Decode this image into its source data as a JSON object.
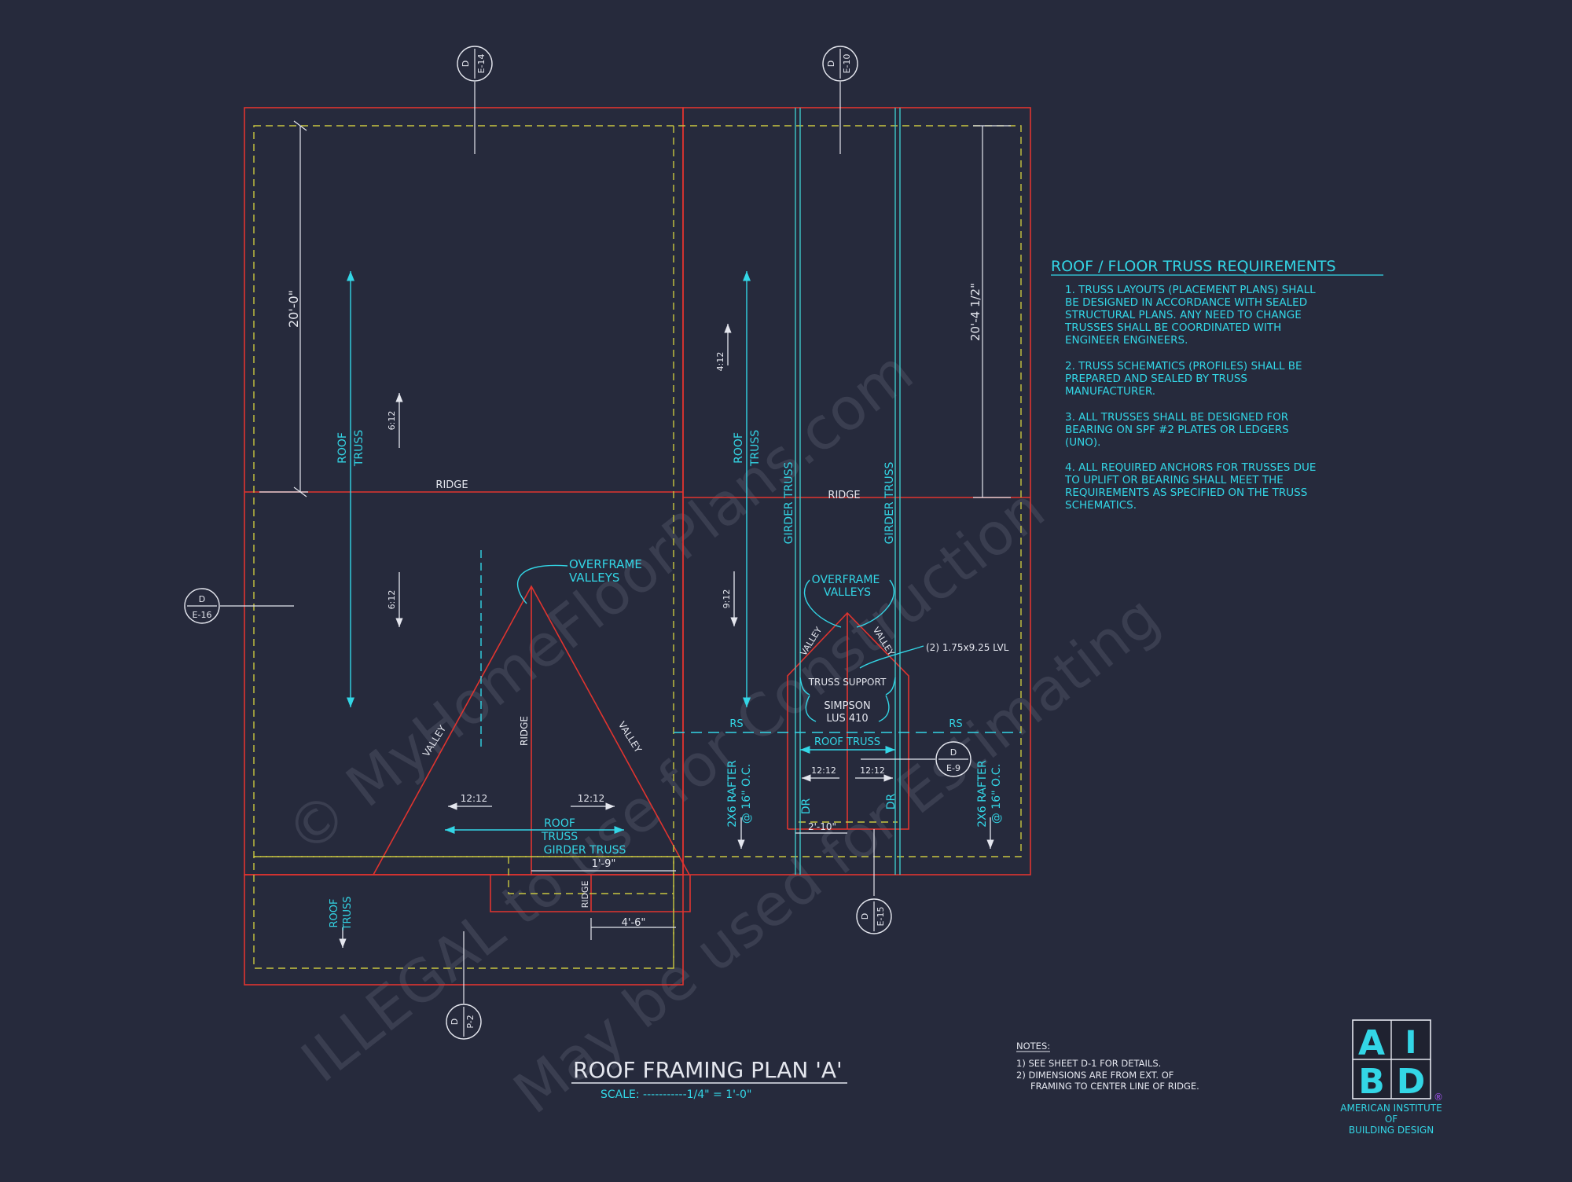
{
  "colors": {
    "background": "#262a3c",
    "wall": "#e0342f",
    "overhang": "#c8c640",
    "framing": "#33d6e6",
    "text": "#e4e6ee",
    "bearing": "#3ec7c9",
    "watermark": "#3a3e50",
    "logo_box": "#1f2230"
  },
  "title": {
    "main": "ROOF FRAMING PLAN 'A'",
    "scale": "SCALE: -----------1/4\" = 1'-0\""
  },
  "watermark": {
    "line1": "© MyHomeFloorPlans.com",
    "line2": "ILLEGAL to use for Construction",
    "line3": "May be used for Estimating"
  },
  "section_markers": [
    {
      "top": "D",
      "bottom": "E-14"
    },
    {
      "top": "D",
      "bottom": "E-10"
    },
    {
      "top": "D",
      "bottom": "E-16"
    },
    {
      "top": "D",
      "bottom": "E-9"
    },
    {
      "top": "D",
      "bottom": "E-15"
    },
    {
      "top": "D",
      "bottom": "P-2"
    }
  ],
  "left_wing": {
    "dim_height": "20'-0\"",
    "roof_truss": [
      "ROOF",
      "TRUSS"
    ],
    "pitch_upper": "6:12",
    "pitch_lower": "6:12",
    "ridge": "RIDGE"
  },
  "front_gable": {
    "overframe": [
      "OVERFRAME",
      "VALLEYS"
    ],
    "valley_left": "VALLEY",
    "valley_right": "VALLEY",
    "ridge": "RIDGE",
    "pitch_left": "12:12",
    "pitch_right": "12:12",
    "roof_truss": [
      "ROOF",
      "TRUSS"
    ],
    "girder": "GIRDER TRUSS",
    "dim_porch": "1'-9\"",
    "ridge_small": "RIDGE",
    "dim_bump": "4'-6\""
  },
  "lower_left": {
    "roof_truss": [
      "ROOF",
      "TRUSS"
    ]
  },
  "right_wing": {
    "dim_height": "20'-4 1/2\"",
    "pitch_upper": "4:12",
    "roof_truss": [
      "ROOF",
      "TRUSS"
    ],
    "pitch_lower": "9:12",
    "girder_left": "GIRDER TRUSS",
    "girder_right": "GIRDER TRUSS",
    "ridge": "RIDGE",
    "overframe": [
      "OVERFRAME",
      "VALLEYS"
    ],
    "valley_left": "VALLEY",
    "valley_right": "VALLEY",
    "lvl": "(2) 1.75x9.25 LVL",
    "truss_support": "TRUSS SUPPORT",
    "simpson": [
      "SIMPSON",
      "LUS 410"
    ],
    "rs_left": "RS",
    "rs_right": "RS",
    "roof_truss_small": "ROOF TRUSS",
    "pitch_left": "12:12",
    "pitch_right": "12:12",
    "dr_left": "DR",
    "dr_right": "DR",
    "dim_small": "2'-10\"",
    "rafter_left": [
      "2X6 RAFTER",
      "@ 16\" O.C."
    ],
    "rafter_right": [
      "2X6 RAFTER",
      "@ 16\" O.C."
    ]
  },
  "requirements": {
    "heading": "ROOF / FLOOR TRUSS REQUIREMENTS",
    "items": [
      [
        "1. TRUSS LAYOUTS (PLACEMENT PLANS) SHALL",
        "BE DESIGNED IN ACCORDANCE WITH SEALED",
        "STRUCTURAL PLANS. ANY NEED TO CHANGE",
        "TRUSSES SHALL BE COORDINATED WITH",
        "ENGINEER ENGINEERS."
      ],
      [
        "2. TRUSS SCHEMATICS (PROFILES) SHALL BE",
        "PREPARED AND SEALED BY TRUSS",
        "MANUFACTURER."
      ],
      [
        "3. ALL TRUSSES SHALL BE DESIGNED FOR",
        "BEARING ON SPF #2 PLATES OR LEDGERS",
        "(UNO)."
      ],
      [
        "4. ALL REQUIRED ANCHORS FOR TRUSSES DUE",
        "TO UPLIFT OR BEARING SHALL MEET THE",
        "REQUIREMENTS AS SPECIFIED ON THE TRUSS",
        "SCHEMATICS."
      ]
    ]
  },
  "notes": {
    "heading": "NOTES:",
    "lines": [
      "1)  SEE SHEET D-1 FOR DETAILS.",
      "2)  DIMENSIONS ARE FROM EXT. OF",
      "FRAMING TO CENTER LINE OF RIDGE."
    ]
  },
  "logo": {
    "a": "A",
    "i": "I",
    "b": "B",
    "d": "D",
    "reg": "®",
    "lines": [
      "AMERICAN INSTITUTE",
      "OF",
      "BUILDING DESIGN"
    ]
  }
}
